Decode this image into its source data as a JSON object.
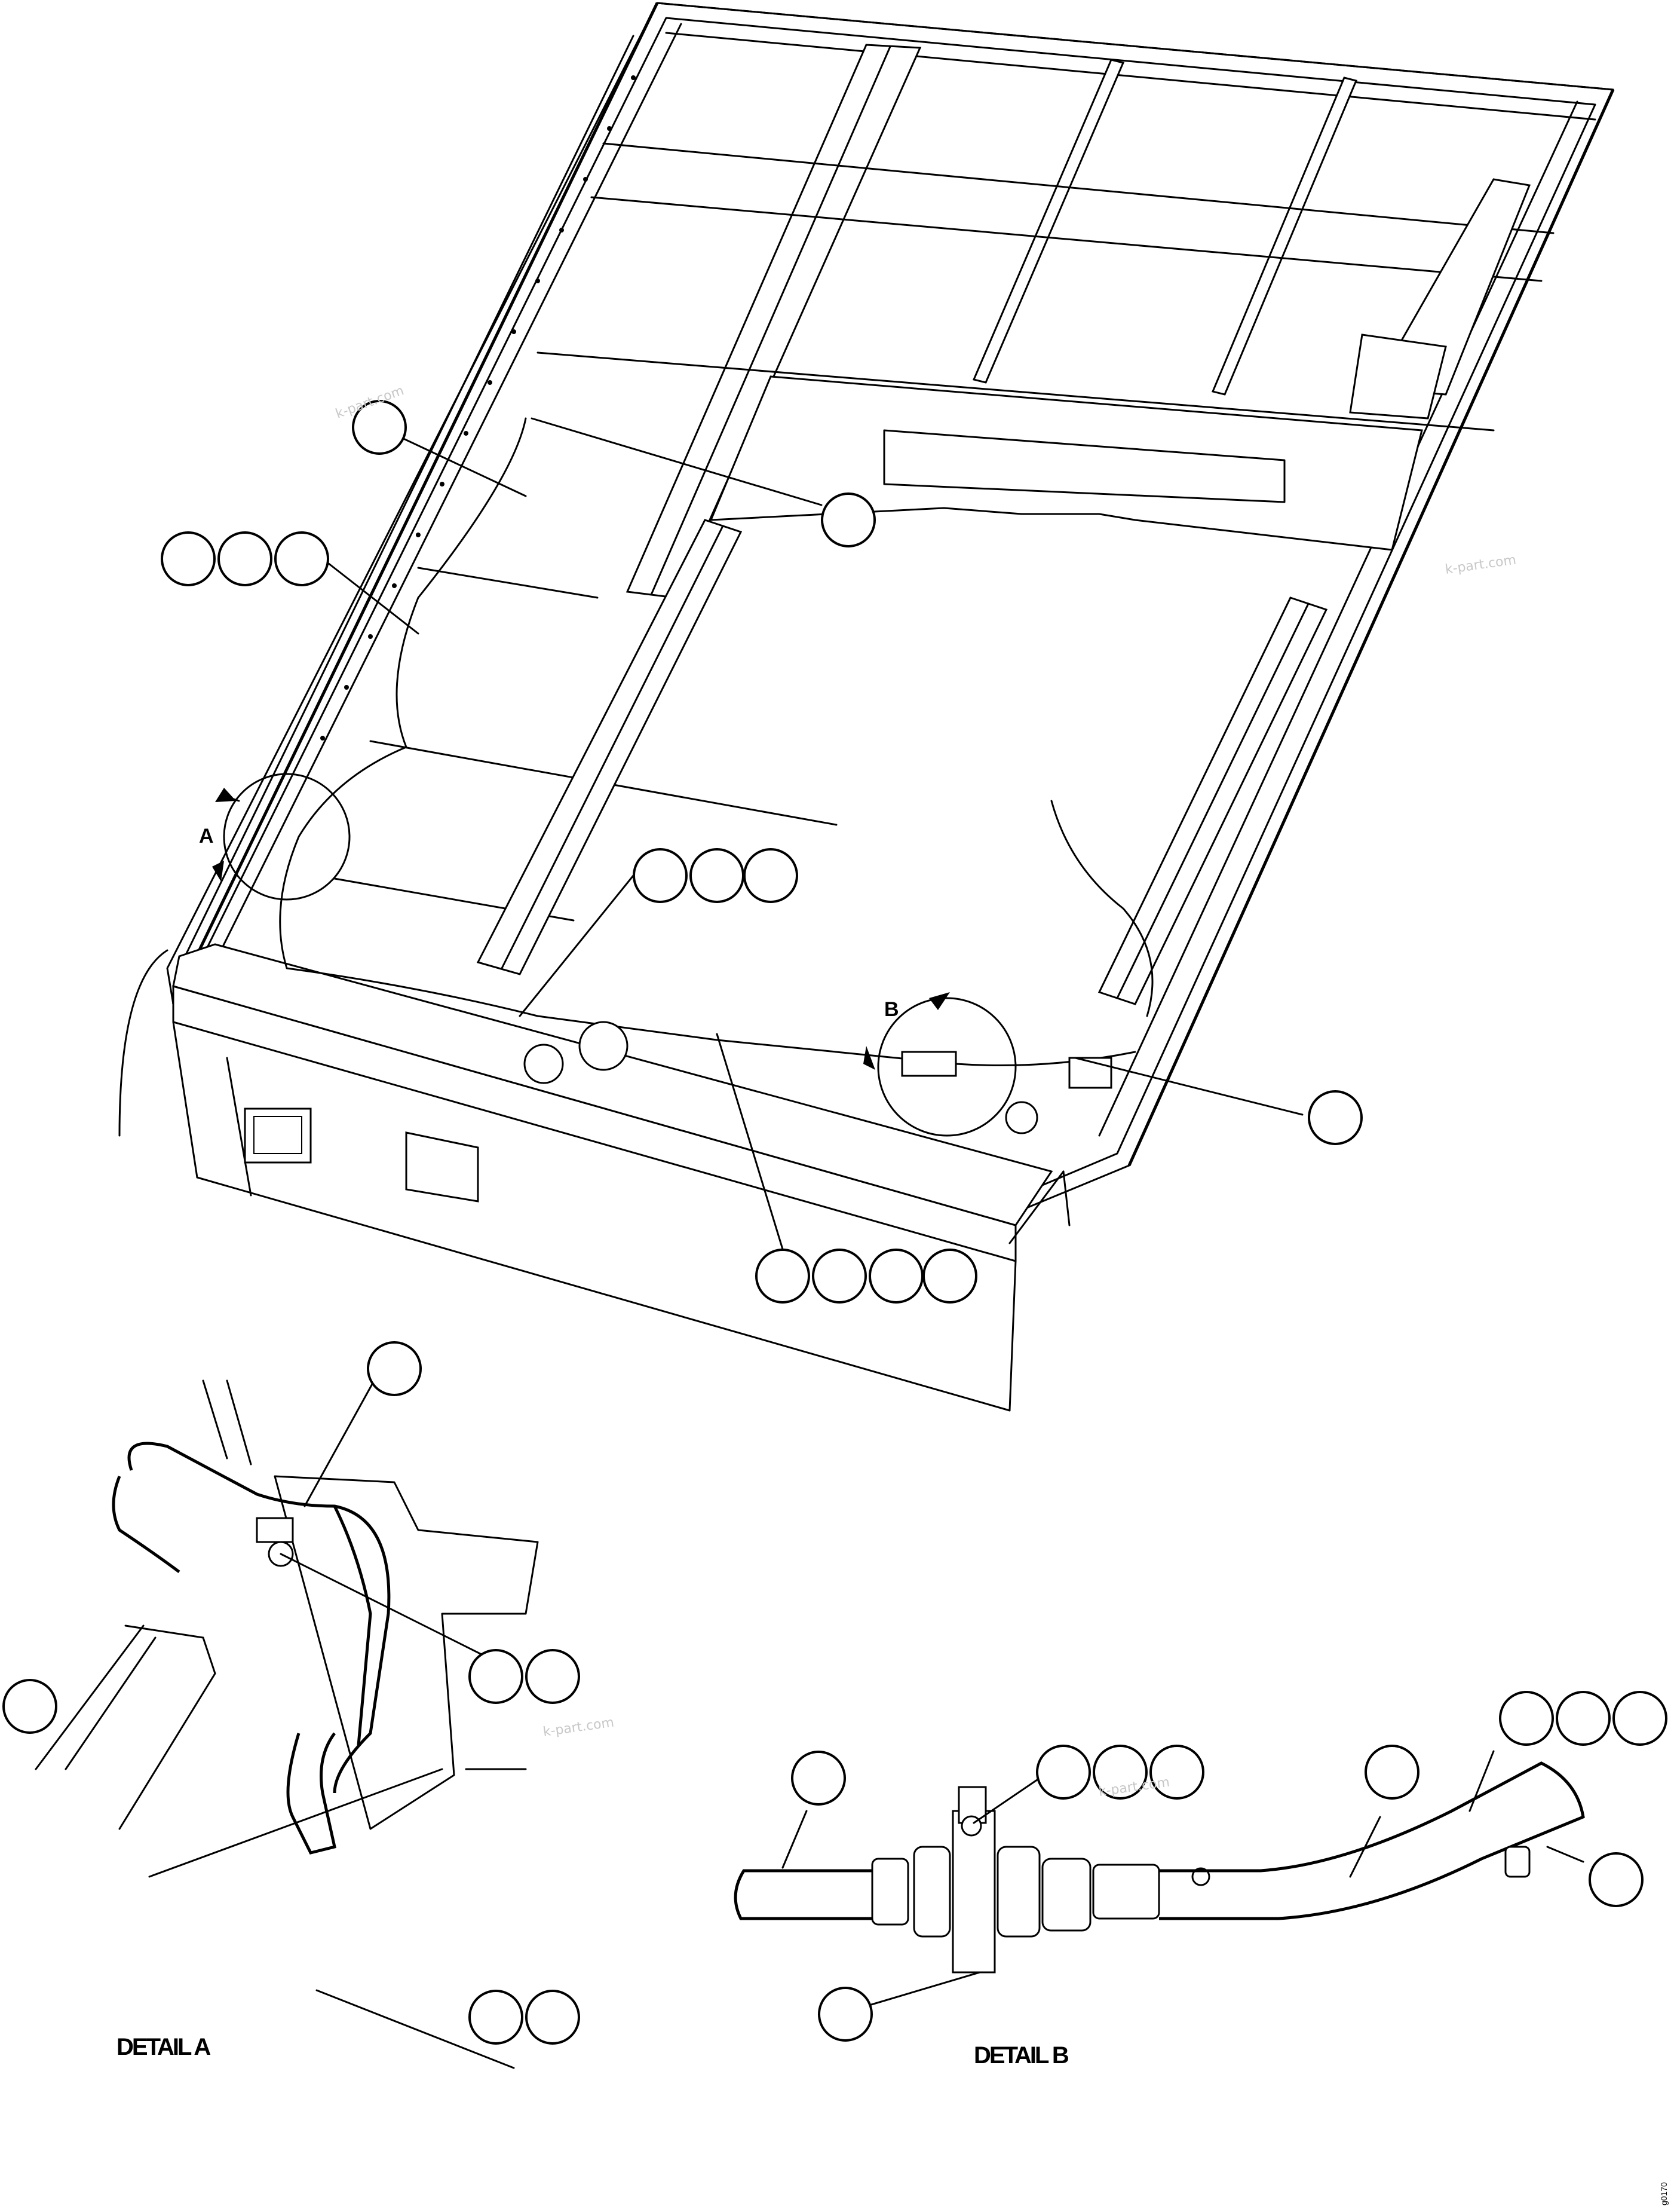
{
  "detail_labels": {
    "a_marker": "A",
    "b_marker": "B",
    "detail_a": "DETAIL A",
    "detail_b": "DETAIL B"
  },
  "watermark": "k-part.com",
  "drawing_code": "g0170",
  "callout_groups": [
    {
      "id": "top-frame-1",
      "count": 1
    },
    {
      "id": "left-rail-3",
      "count": 3
    },
    {
      "id": "center-crossmember-1",
      "count": 1
    },
    {
      "id": "bracket-3",
      "count": 3
    },
    {
      "id": "right-rail-1",
      "count": 1
    },
    {
      "id": "front-bar-4",
      "count": 4
    },
    {
      "id": "detail-a-top-1",
      "count": 1
    },
    {
      "id": "detail-a-mid-2",
      "count": 2
    },
    {
      "id": "detail-a-left-1",
      "count": 1
    },
    {
      "id": "detail-a-bottom-2",
      "count": 2
    },
    {
      "id": "detail-b-left-1",
      "count": 1
    },
    {
      "id": "detail-b-top-3",
      "count": 3
    },
    {
      "id": "detail-b-mid-1",
      "count": 1
    },
    {
      "id": "detail-b-right-3",
      "count": 3
    },
    {
      "id": "detail-b-end-1",
      "count": 1
    },
    {
      "id": "detail-b-bottom-1",
      "count": 1
    }
  ]
}
